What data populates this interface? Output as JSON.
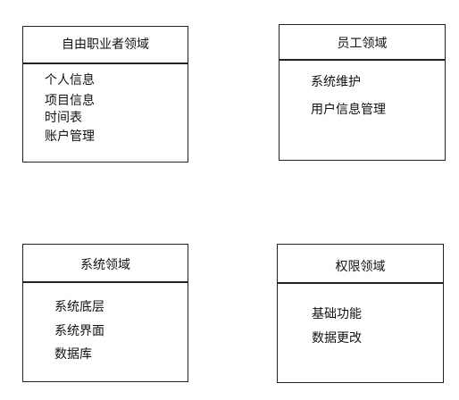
{
  "boxes": {
    "freelancer": {
      "title": "自由职业者领域",
      "items": [
        "个人信息",
        "项目信息",
        "时间表",
        "账户管理"
      ]
    },
    "staff": {
      "title": "员工领域",
      "items": [
        "系统维护",
        "用户信息管理"
      ]
    },
    "system": {
      "title": "系统领域",
      "items": [
        "系统底层",
        "系统界面",
        "数据库"
      ]
    },
    "permission": {
      "title": "权限领域",
      "items": [
        "基础功能",
        "数据更改"
      ]
    }
  }
}
